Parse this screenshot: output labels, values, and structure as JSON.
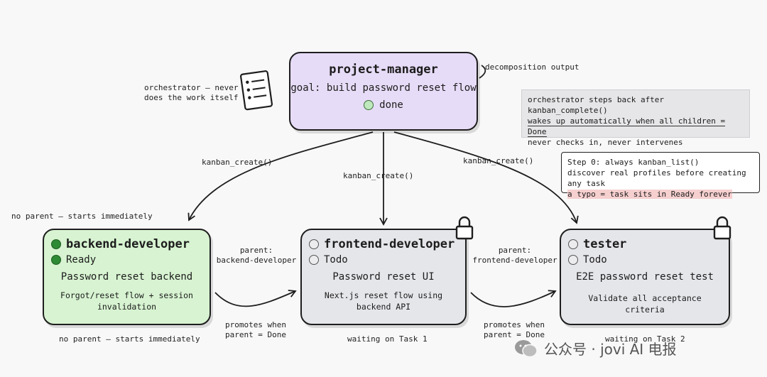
{
  "project_manager": {
    "title": "project-manager",
    "goal": "goal: build password reset flow",
    "status": "done",
    "side_note_line1": "orchestrator — never",
    "side_note_line2": "does the work itself",
    "output_label": "decomposition output"
  },
  "arrow_labels": {
    "left": "kanban_create()",
    "center": "kanban_create()",
    "right": "kanban_create()"
  },
  "orchestrator_note": {
    "line1": "orchestrator steps back after kanban_complete()",
    "line2": "wakes up automatically when all children = Done",
    "line3": "never checks in, never intervenes"
  },
  "step_note": {
    "line1": "Step 0: always kanban_list()",
    "line2": "discover real profiles before creating any task",
    "line3": "a typo = task sits in Ready forever"
  },
  "backend": {
    "title": "backend-developer",
    "status": "Ready",
    "task": "Password reset backend",
    "desc_line1": "Forgot/reset flow + session",
    "desc_line2": "invalidation",
    "top_note": "no parent — starts immediately",
    "bottom_note": "no parent — starts immediately"
  },
  "frontend": {
    "title": "frontend-developer",
    "status": "Todo",
    "task": "Password reset UI",
    "desc_line1": "Next.js reset flow using",
    "desc_line2": "backend API",
    "parent_line1": "parent:",
    "parent_line2": "backend-developer",
    "promote_line1": "promotes when",
    "promote_line2": "parent = Done",
    "waiting": "waiting on Task 1"
  },
  "tester": {
    "title": "tester",
    "status": "Todo",
    "task": "E2E password reset test",
    "desc": "Validate all acceptance criteria",
    "parent_line1": "parent:",
    "parent_line2": "frontend-developer",
    "promote_line1": "promotes when",
    "promote_line2": "parent = Done",
    "waiting": "waiting on Task 2"
  },
  "watermark": {
    "text": "公众号 · jovi AI 电报"
  },
  "colors": {
    "pm_fill": "#e7dcf7",
    "ready_fill": "#d7f3d1",
    "blocked_fill": "#e5e6ea",
    "ready_dot": "#2e8a34",
    "highlight": "#f6cfcf"
  }
}
